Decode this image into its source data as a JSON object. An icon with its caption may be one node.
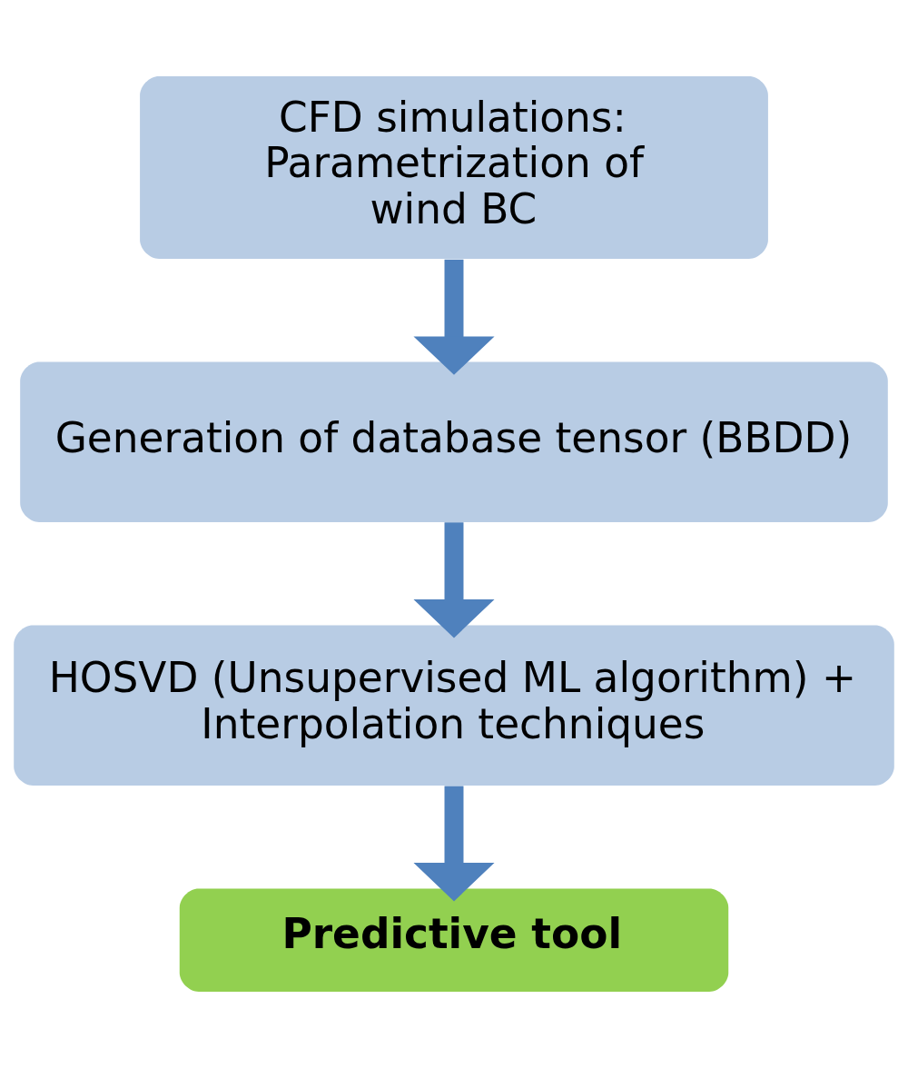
{
  "diagram": {
    "nodes": [
      {
        "text": [
          "CFD simulations: Parametrization of wind BC"
        ]
      },
      {
        "text": [
          "Generation of database tensor (BBDD)"
        ]
      },
      {
        "text": [
          "HOSVD (Unsupervised ML algorithm) + Interpolation techniques"
        ]
      },
      {
        "text": [
          "Predictive tool"
        ]
      }
    ],
    "edges": [
      {
        "from": 0,
        "to": 1,
        "arrow": "to"
      },
      {
        "from": 1,
        "to": 2,
        "arrow": "to"
      },
      {
        "from": 2,
        "to": 3,
        "arrow": "to"
      }
    ]
  }
}
